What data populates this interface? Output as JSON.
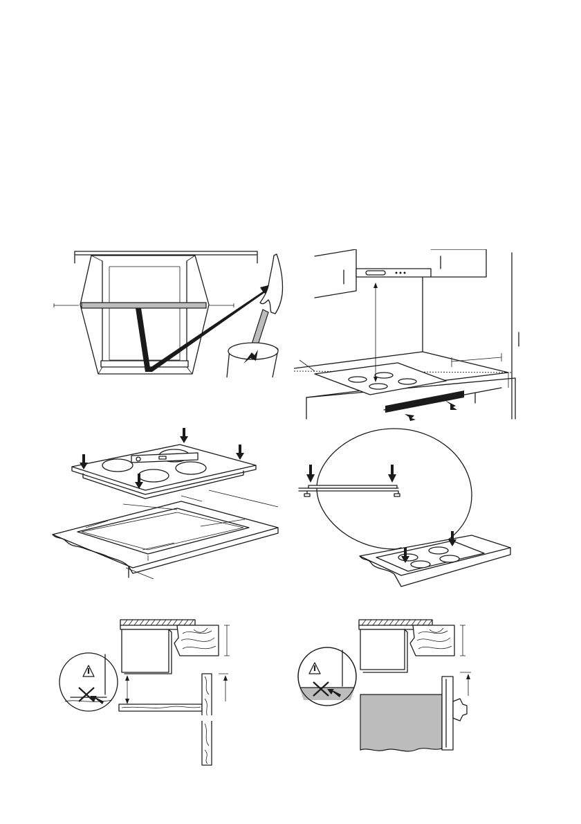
{
  "figures": [
    {
      "id": "cabinet-cleaning"
    },
    {
      "id": "kitchen-clearances"
    },
    {
      "id": "hob-cutout-installation"
    },
    {
      "id": "hob-seating-detail"
    },
    {
      "id": "section-with-drawer-warning"
    },
    {
      "id": "section-with-oven-warning"
    }
  ],
  "icons": {
    "warning": "warning-triangle-icon",
    "forbidden": "cross-mark-icon"
  },
  "colors": {
    "ink": "#1a1a1a",
    "fill_grey": "#bcbcbc",
    "background": "#ffffff"
  }
}
